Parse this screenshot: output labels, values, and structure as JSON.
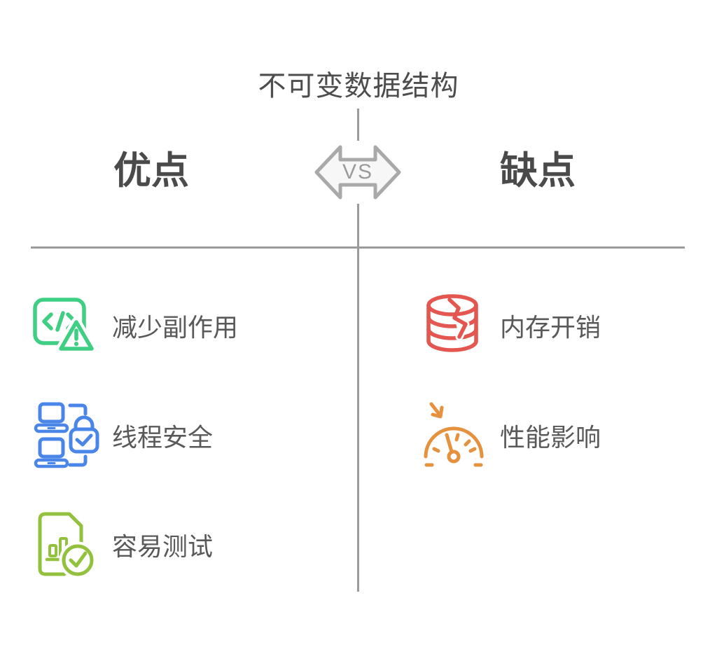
{
  "title": "不可变数据结构",
  "vs_badge": {
    "label": "VS",
    "fill_color": "#f7f7f7",
    "stroke_color": "#a9a9a9",
    "text_color": "#9b9b9b"
  },
  "divider_color": "#9b9b9b",
  "heading_text_color": "#4a4a4a",
  "item_text_color": "#595959",
  "left_column": {
    "heading": "优点",
    "items": [
      {
        "label": "减少副作用",
        "icon": "code-warning-icon",
        "color": "#3fcf83"
      },
      {
        "label": "线程安全",
        "icon": "laptops-lock-icon",
        "color": "#4a86e8"
      },
      {
        "label": "容易测试",
        "icon": "test-report-check-icon",
        "color": "#92c13d"
      }
    ]
  },
  "right_column": {
    "heading": "缺点",
    "items": [
      {
        "label": "内存开销",
        "icon": "database-crack-icon",
        "color": "#e35750"
      },
      {
        "label": "性能影响",
        "icon": "gauge-pressure-icon",
        "color": "#e5913e"
      }
    ]
  }
}
